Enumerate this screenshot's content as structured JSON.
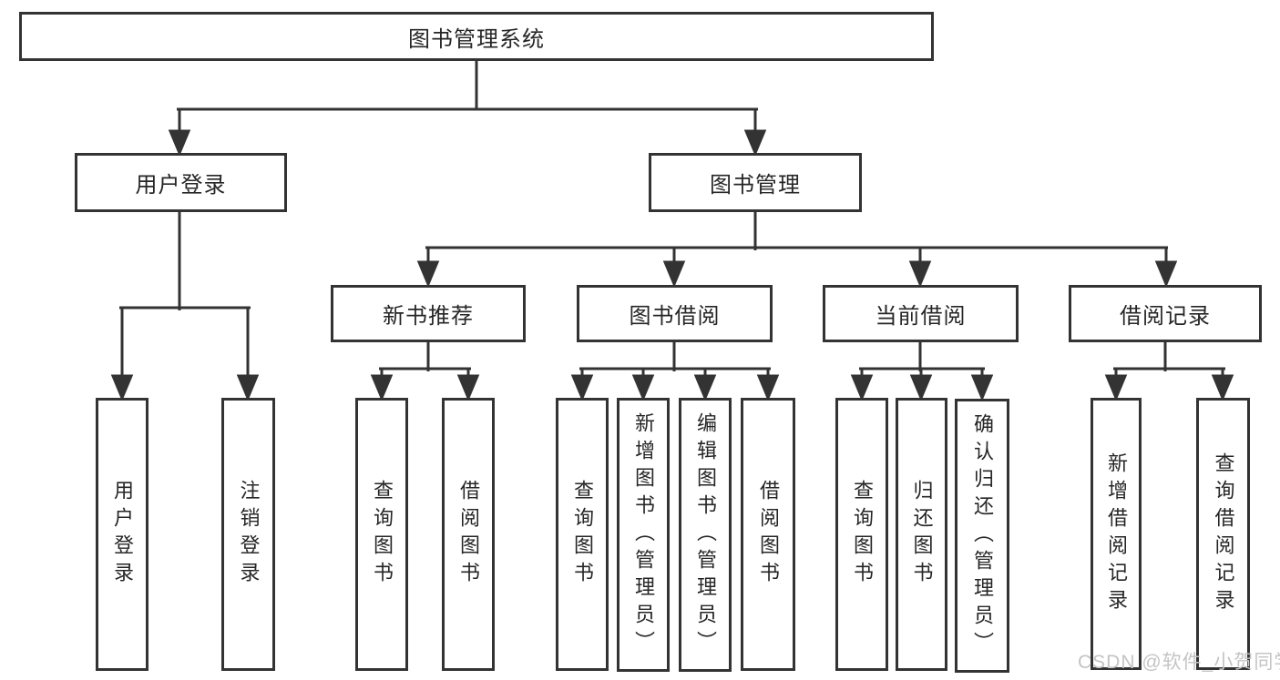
{
  "colors": {
    "line": "#333333",
    "box_border": "#333333",
    "text": "#262626",
    "watermark": "#c4c4c4"
  },
  "tree": {
    "label": "图书管理系统",
    "children": [
      {
        "label": "用户登录",
        "children": [
          {
            "label": "用户登录"
          },
          {
            "label": "注销登录"
          }
        ]
      },
      {
        "label": "图书管理",
        "children": [
          {
            "label": "新书推荐",
            "children": [
              {
                "label": "查询图书"
              },
              {
                "label": "借阅图书"
              }
            ]
          },
          {
            "label": "图书借阅",
            "children": [
              {
                "label": "查询图书"
              },
              {
                "label": "新增图书（管理员）"
              },
              {
                "label": "编辑图书（管理员）"
              },
              {
                "label": "借阅图书"
              }
            ]
          },
          {
            "label": "当前借阅",
            "children": [
              {
                "label": "查询图书"
              },
              {
                "label": "归还图书"
              },
              {
                "label": "确认归还（管理员）"
              }
            ]
          },
          {
            "label": "借阅记录",
            "children": [
              {
                "label": "新增借阅记录"
              },
              {
                "label": "查询借阅记录"
              }
            ]
          }
        ]
      }
    ]
  },
  "watermark": {
    "text": "CSDN @软件_小贺同学"
  }
}
